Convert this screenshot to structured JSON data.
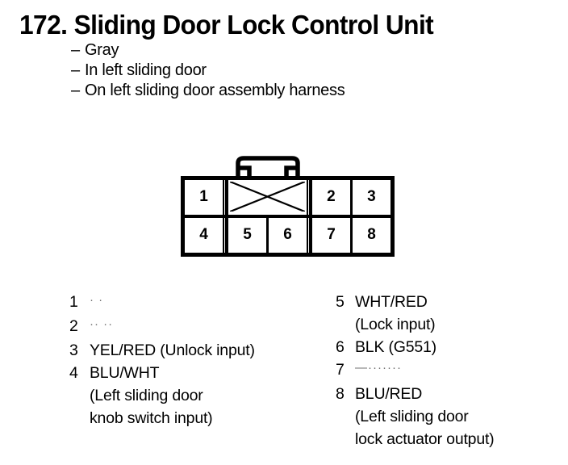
{
  "header": {
    "number": "172.",
    "title": "172.  Sliding Door Lock Control Unit",
    "title_text": "Sliding Door Lock Control Unit",
    "bullet_dash": "–",
    "bullets": [
      "Gray",
      "In left sliding door",
      "On left sliding door assembly harness"
    ]
  },
  "connector": {
    "top_row": [
      {
        "pin": "1",
        "type": "pin"
      },
      {
        "pin": "",
        "type": "blocked"
      },
      {
        "pin": "2",
        "type": "pin"
      },
      {
        "pin": "3",
        "type": "pin"
      }
    ],
    "bottom_row": [
      {
        "pin": "4",
        "type": "pin"
      },
      {
        "pin": "5",
        "type": "pin"
      },
      {
        "pin": "6",
        "type": "pin"
      },
      {
        "pin": "7",
        "type": "pin"
      },
      {
        "pin": "8",
        "type": "pin"
      }
    ]
  },
  "legend": {
    "left": [
      {
        "num": "1",
        "label": "",
        "blank": "· ·",
        "cont": []
      },
      {
        "num": "2",
        "label": "",
        "blank": "·· ··",
        "cont": []
      },
      {
        "num": "3",
        "label": "YEL/RED (Unlock input)",
        "cont": []
      },
      {
        "num": "4",
        "label": "BLU/WHT",
        "cont": [
          "(Left sliding door",
          "knob switch input)"
        ]
      }
    ],
    "right": [
      {
        "num": "5",
        "label": "WHT/RED",
        "cont": [
          "(Lock input)"
        ]
      },
      {
        "num": "6",
        "label": "BLK (G551)",
        "cont": []
      },
      {
        "num": "7",
        "label": "",
        "blank": "—·······",
        "cont": []
      },
      {
        "num": "8",
        "label": "BLU/RED",
        "cont": [
          "(Left sliding door",
          "lock actuator output)"
        ]
      }
    ]
  },
  "colors": {
    "ink": "#000000",
    "background": "#ffffff"
  }
}
